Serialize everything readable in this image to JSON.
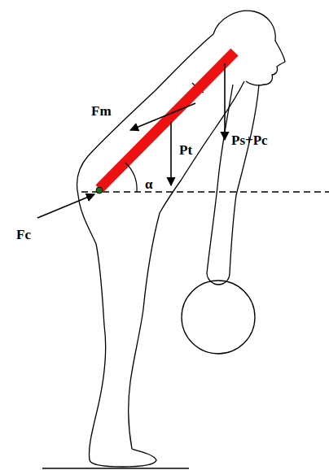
{
  "diagram": {
    "labels": [
      "Fm",
      "Pt",
      "Ps+Pc",
      "α",
      "Fc"
    ]
  }
}
